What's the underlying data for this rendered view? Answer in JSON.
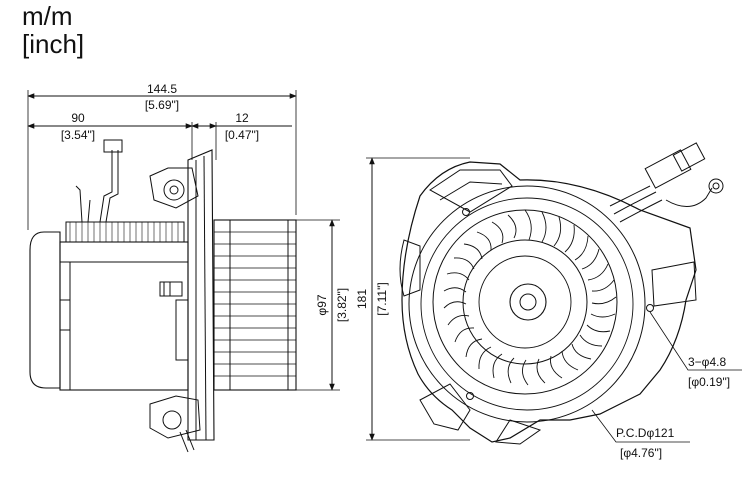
{
  "units": {
    "primary": "m/m",
    "secondary": "[inch]"
  },
  "side_view": {
    "overall_length": {
      "value": "144.5",
      "inch": "[5.69\"]"
    },
    "motor_length": {
      "value": "90",
      "inch": "[3.54\"]"
    },
    "flange_offset": {
      "value": "12",
      "inch": "[0.47\"]"
    },
    "wheel_diameter": {
      "value": "φ97",
      "inch": "[3.82\"]"
    }
  },
  "front_view": {
    "height": {
      "value": "181",
      "inch": "[7.11\"]"
    },
    "holes": {
      "value": "3−φ4.8",
      "inch": "[φ0.19\"]"
    },
    "pcd": {
      "value": "P.C.Dφ121",
      "inch": "[φ4.76\"]"
    }
  }
}
